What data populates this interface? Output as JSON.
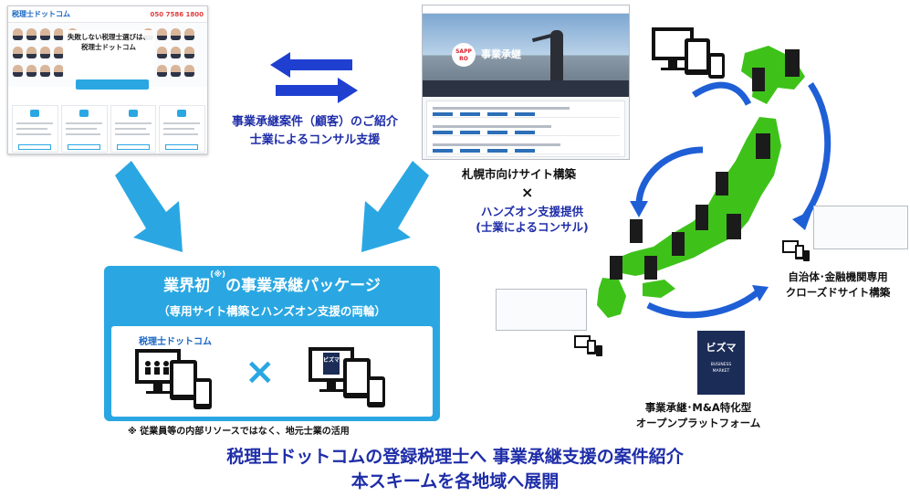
{
  "site_mockup": {
    "logo": "税理士ドットコム",
    "phone": "050 7586 1800",
    "copy_line1": "失敗しない税理士選びは、",
    "copy_line2": "税理士ドットコム"
  },
  "center": {
    "caption_line1": "事業承継案件（顧客）のご紹介",
    "caption_line2": "士業によるコンサル支援"
  },
  "sapporo": {
    "logo_line1": "SAPP",
    "logo_line2": "RO",
    "hero_title": "事業承継",
    "caption": "札幌市向けサイト構築",
    "cross": "×",
    "hands_on_line1": "ハンズオン支援提供",
    "hands_on_line2": "(士業によるコンサル)"
  },
  "package": {
    "title_pre": "業界初",
    "title_mark": "(※)",
    "title_post": "の事業承継パッケージ",
    "subtitle": "（専用サイト構築とハンズオン支援の両輪）",
    "inner_logo": "税理士ドットコム",
    "cross": "×",
    "note": "※ 従業員等の内部リソースではなく、地元士業の活用"
  },
  "right": {
    "closed_site_line1": "自治体･金融機関専用",
    "closed_site_line2": "クローズドサイト構築",
    "bizma_logo": "ビズマ",
    "bizma_sub1": "BUSINESS",
    "bizma_sub2": "MARKET",
    "platform_line1": "事業承継･M&A特化型",
    "platform_line2": "オープンプラットフォーム"
  },
  "bottom": {
    "line1": "税理士ドットコムの登録税理士へ 事業承継支援の案件紹介",
    "line2": "本スキームを各地域へ展開"
  },
  "colors": {
    "accent_blue": "#2aa7e2",
    "navy_text": "#1e2da8",
    "map_green": "#3ec21a",
    "arrow_blue": "#1f5fd6"
  }
}
